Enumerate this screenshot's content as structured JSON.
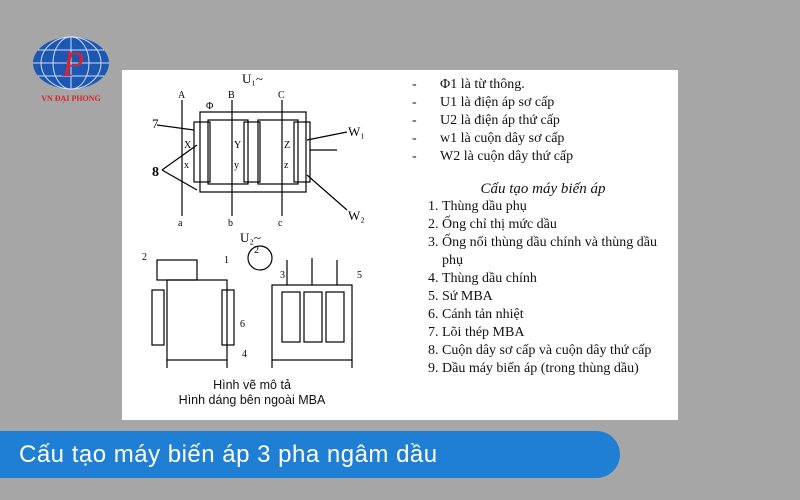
{
  "logo": {
    "text": "VN ĐẠI PHONG",
    "letter": "P"
  },
  "diagram": {
    "labels": {
      "u1": "U₁~",
      "u2": "U₂~",
      "phi": "Φ",
      "w1": "W₁",
      "w2": "W₂",
      "n7": "7",
      "n8": "8",
      "A": "A",
      "B": "B",
      "C": "C",
      "a": "a",
      "b": "b",
      "c": "c",
      "X": "X",
      "Y": "Y",
      "Z": "Z",
      "x": "x",
      "y": "y",
      "z": "z",
      "n1": "1",
      "n2": "2",
      "n2b": "2",
      "n3": "3",
      "n4": "4",
      "n5": "5",
      "n6": "6"
    },
    "caption_line1": "Hình vẽ mô tả",
    "caption_line2": "Hình dáng bên ngoài MBA"
  },
  "legend": {
    "symbols": [
      "Φ1 là từ thông.",
      "U1  là điện áp sơ cấp",
      "U2  là điện áp thứ cấp",
      "w1 là cuộn dây sơ cấp",
      "W2 là cuộn dây thứ cấp"
    ],
    "title": "Cấu tạo máy biến áp",
    "parts": [
      "Thùng dầu phụ",
      "Ống chỉ thị mức dầu",
      "Ống nối thùng dầu chính và thùng dầu phụ",
      "Thùng dầu chính",
      "Sứ MBA",
      "Cánh tản nhiệt",
      "Lõi thép MBA",
      "Cuộn dây sơ cấp và cuộn dây thứ cấp",
      "Dầu máy biến áp (trong thùng dầu)"
    ]
  },
  "banner": {
    "title": "Cấu tạo máy biến áp 3 pha ngâm dầu"
  },
  "colors": {
    "background": "#a6a6a6",
    "banner": "#1f7fd4",
    "logo_blue": "#1c57b3",
    "logo_red": "#d9232d"
  }
}
